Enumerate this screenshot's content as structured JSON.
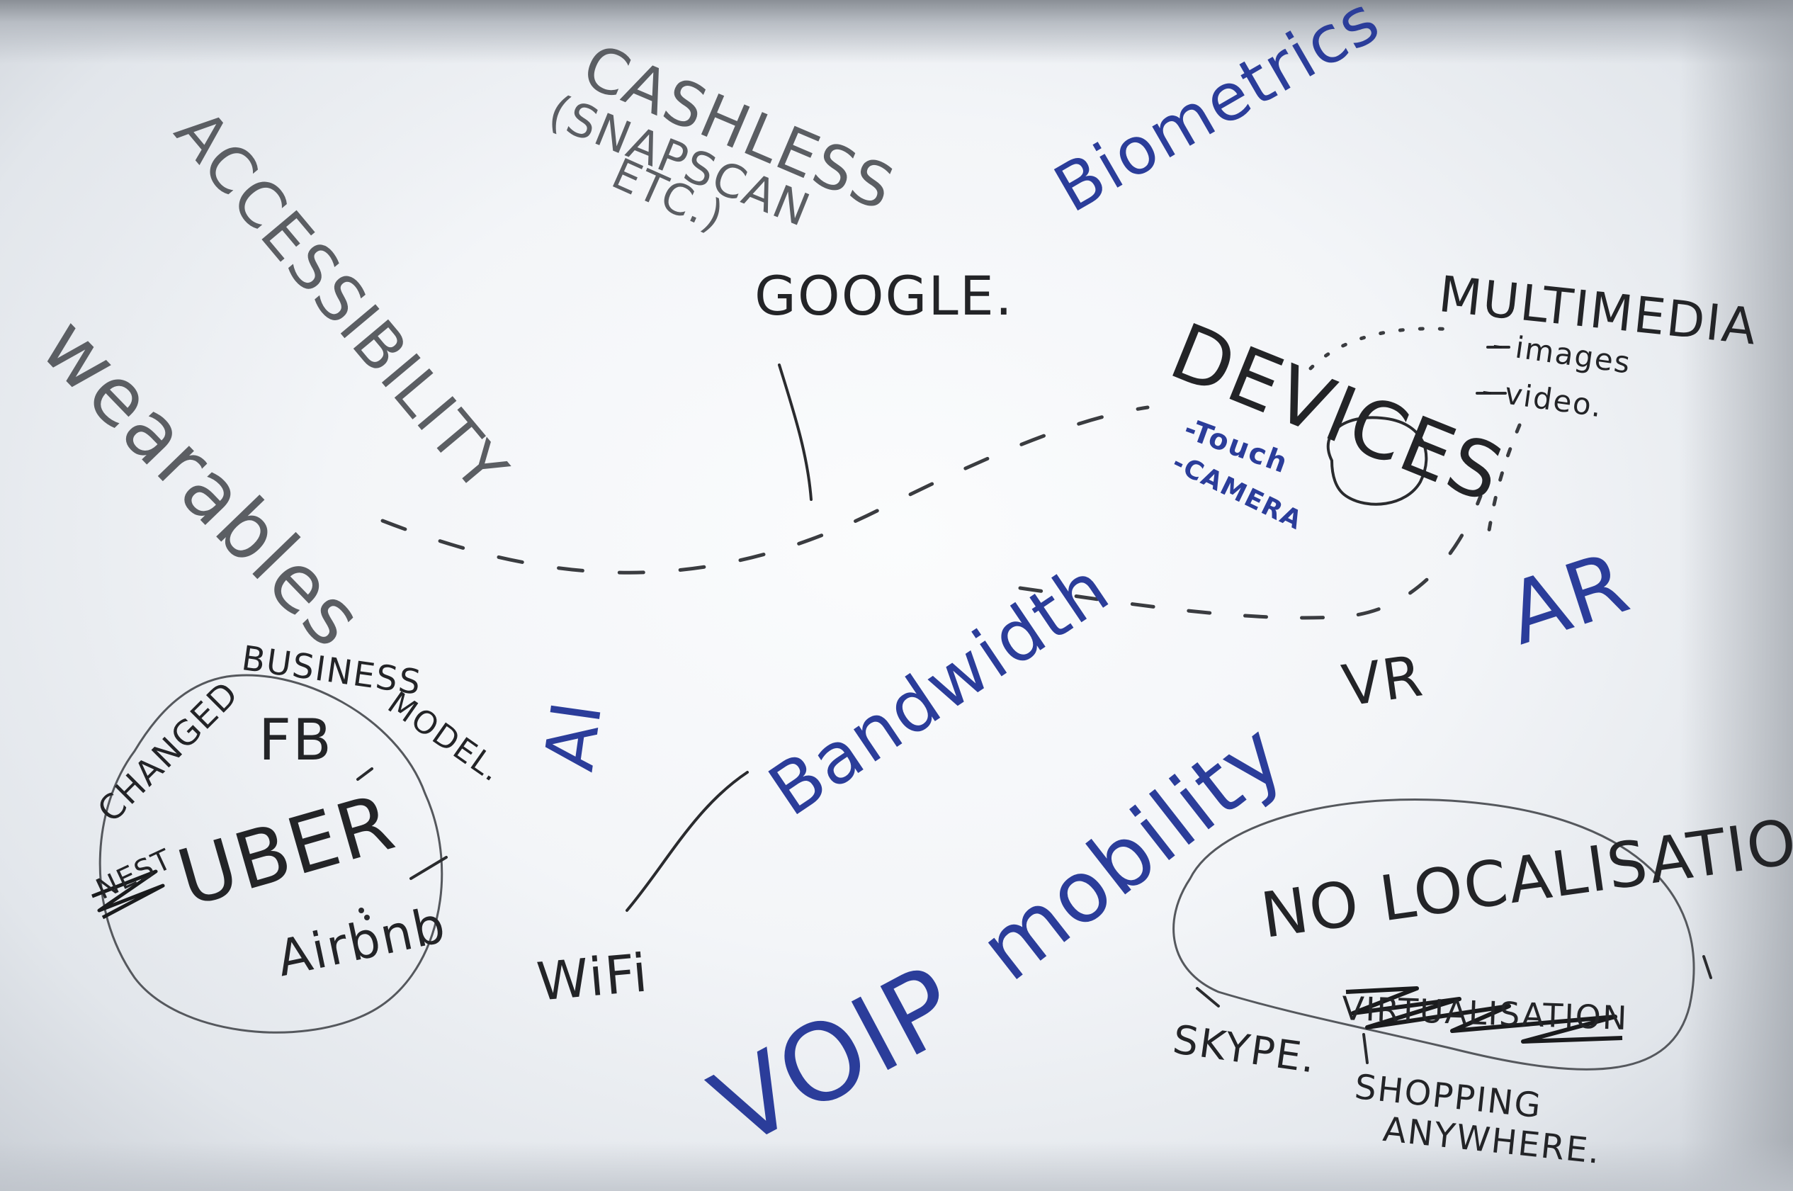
{
  "words": {
    "cashless": "CASHLESS",
    "cashless_note_1": "(SNAPSCAN",
    "cashless_note_2": "ETC.)",
    "biometrics": "Biometrics",
    "accessibility": "ACCESSIBILITY",
    "wearables": "wearables",
    "google": "GOOGLE.",
    "multimedia": "MULTIMEDIA",
    "multimedia_images": "- images",
    "multimedia_video": "- video.",
    "devices": "DEVICES",
    "devices_touch": "-Touch",
    "devices_camera": "-CAMERA",
    "bandwidth": "Bandwidth",
    "ar": "AR",
    "vr": "VR",
    "ai": "AI",
    "mobility": "mobility",
    "voip": "VOIP",
    "wifi": "WiFi",
    "changed": "CHANGED",
    "business": "BUSINESS",
    "model": "MODEL.",
    "fb": "FB",
    "uber": "UBER",
    "uber_strike": "NEST",
    "airbnb": "Airbnb",
    "no_localisation": "NO LOCALISATION",
    "no_localisation_strike": "VIRTUALISATION",
    "skype": "SKYPE.",
    "shopping": "SHOPPING",
    "anywhere": "ANYWHERE."
  },
  "colors": {
    "grey_ink": "#5b5e63",
    "black_ink": "#232427",
    "blue_ink": "#2b3d9a",
    "board": "#f3f5f8"
  }
}
